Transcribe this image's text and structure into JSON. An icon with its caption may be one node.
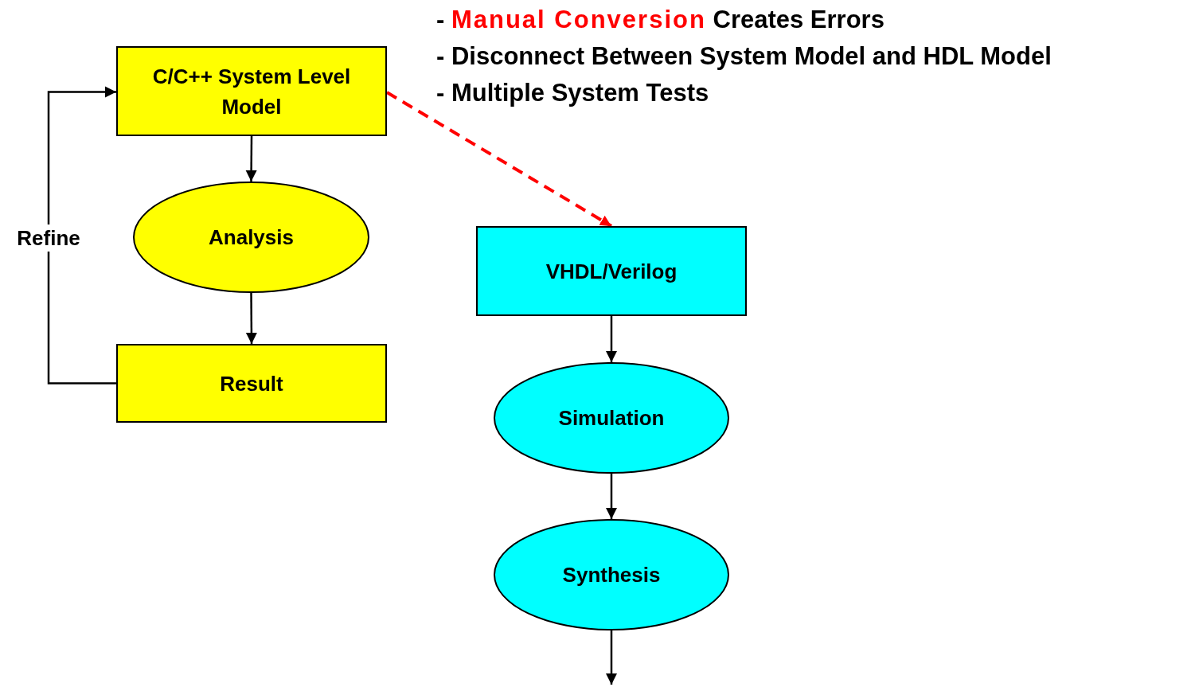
{
  "diagram": {
    "nodes": [
      {
        "text": [
          "C/C++ System Level Model"
        ]
      },
      {
        "text": [
          "Analysis"
        ]
      },
      {
        "text": [
          "Result"
        ]
      },
      {
        "text": [
          "VHDL/Verilog"
        ]
      },
      {
        "text": [
          "Simulation"
        ]
      },
      {
        "text": [
          "Synthesis"
        ]
      }
    ],
    "edges": [
      {
        "from": 0,
        "to": 1,
        "arrow": "to"
      },
      {
        "from": 1,
        "to": 2,
        "arrow": "to"
      },
      {
        "from": 2,
        "to": 0,
        "arrow": "to",
        "label": "Refine"
      },
      {
        "from": 0,
        "to": 3,
        "arrow": "to",
        "style": "dashed",
        "color": "#ff0000"
      },
      {
        "from": 3,
        "to": 4,
        "arrow": "to"
      },
      {
        "from": 4,
        "to": 5,
        "arrow": "to"
      },
      {
        "from": 5,
        "to": null,
        "arrow": "to"
      }
    ],
    "labels": [
      "- *Manual Conversion* Creates Errors",
      "- Disconnect Between System Model and HDL Model",
      "- Multiple System Tests"
    ]
  }
}
